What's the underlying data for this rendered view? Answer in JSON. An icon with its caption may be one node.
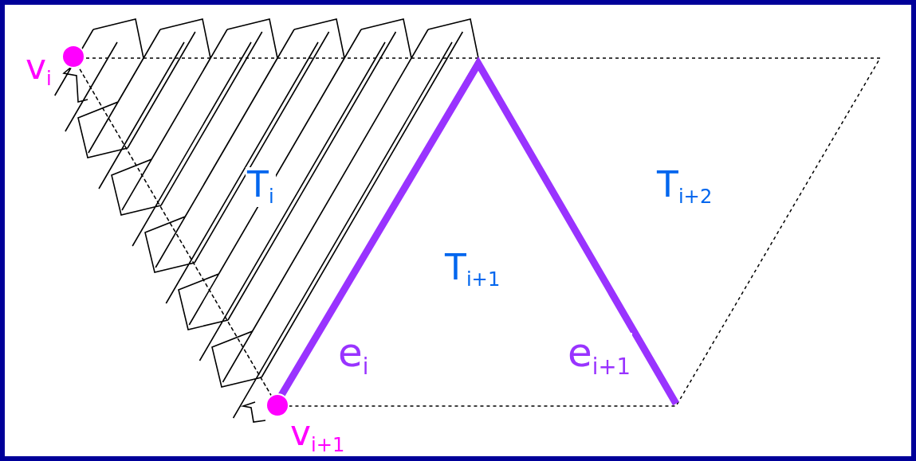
{
  "diagram": {
    "labels": [
      "v$_{i}$",
      "T$_{i}$",
      "T$_{i+2}$",
      "T$_{i+1}$",
      "e$_{i}$",
      "e$_{i+1}$",
      "v$_{i+1}$"
    ]
  }
}
